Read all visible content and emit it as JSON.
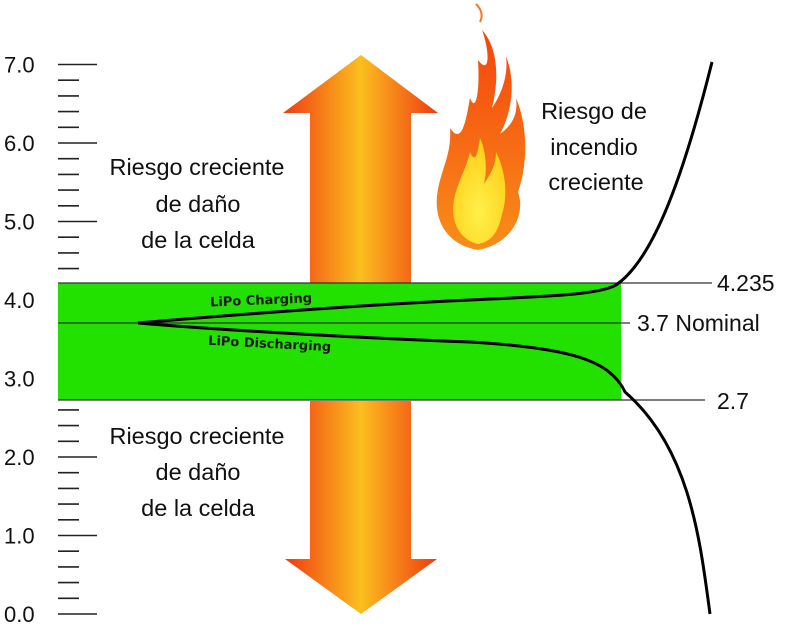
{
  "axis": {
    "tick_labels": [
      "7.0",
      "6.0",
      "5.0",
      "4.0",
      "3.0",
      "2.0",
      "1.0",
      "0.0"
    ],
    "major_values": [
      7,
      6,
      5,
      4,
      3,
      2,
      1,
      0
    ],
    "minor_step": 0.2,
    "range": [
      0,
      7
    ]
  },
  "levels": {
    "max": {
      "value": 4.235,
      "label": "4.235"
    },
    "nominal": {
      "value": 3.7,
      "label": "3.7 Nominal"
    },
    "min": {
      "value": 2.7,
      "label": "2.7"
    }
  },
  "band": {
    "range": [
      2.7,
      4.235
    ],
    "color": "#22e000",
    "charging_label": "LiPo Charging",
    "discharging_label": "LiPo Discharging"
  },
  "risk_upper": {
    "lines": [
      "Riesgo creciente",
      "de daño",
      "de la celda"
    ]
  },
  "risk_lower": {
    "lines": [
      "Riesgo creciente",
      "de daño",
      "de la celda"
    ]
  },
  "fire_risk": {
    "lines": [
      "Riesgo de",
      "incendio",
      "creciente"
    ]
  },
  "colors": {
    "arrow_outer": "#f03a12",
    "arrow_inner": "#fbbf1e",
    "flame_outer": "#f26a10",
    "flame_inner": "#ffe92e",
    "curve": "#000000"
  },
  "icons": [
    "flame-icon",
    "up-arrow-icon",
    "down-arrow-icon"
  ]
}
